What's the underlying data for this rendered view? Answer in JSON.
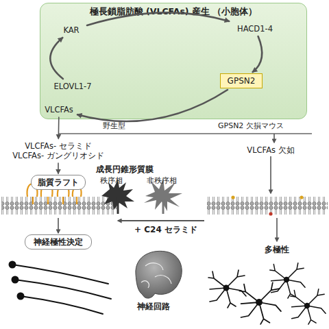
{
  "diagram": {
    "title": "極長鎖脂肪酸 (VLCFAs) 産生 （小胞体）",
    "nodes": [
      {
        "text": [
          "極長鎖脂肪酸 (VLCFAs) 産生 （小胞体）"
        ]
      },
      {
        "text": [
          "KAR"
        ],
        "in": 0
      },
      {
        "text": [
          "HACD1-4"
        ],
        "in": 0
      },
      {
        "text": [
          "GPSN2"
        ],
        "in": 0
      },
      {
        "text": [
          "ELOVL1-7"
        ],
        "in": 0
      },
      {
        "text": [
          "VLCFAs"
        ],
        "in": 0
      },
      {
        "text": [
          "VLCFAs- セラミド",
          "VLCFAs- ガングリオシド"
        ]
      },
      {
        "text": [
          "脂質ラフト"
        ]
      },
      {
        "text": [
          "神経極性決定"
        ]
      },
      {
        "text": [
          "VLCFAs 欠如"
        ]
      },
      {
        "text": [
          "多極性"
        ]
      }
    ],
    "edges": [
      {
        "from": 4,
        "to": 1,
        "arrow": "to"
      },
      {
        "from": 1,
        "to": 2,
        "arrow": "to"
      },
      {
        "from": 2,
        "to": 3,
        "arrow": "to"
      },
      {
        "from": 3,
        "to": 5,
        "arrow": "to"
      },
      {
        "from": 5,
        "to": 6,
        "arrow": "to"
      },
      {
        "from": 6,
        "to": 7,
        "arrow": "to"
      }
    ],
    "labels": [
      "野生型",
      "GPSN2 欠損マウス",
      "成長円錐形質膜",
      "秩序相",
      "非秩序相",
      "+ C24 セラミド",
      "神経回路"
    ]
  }
}
